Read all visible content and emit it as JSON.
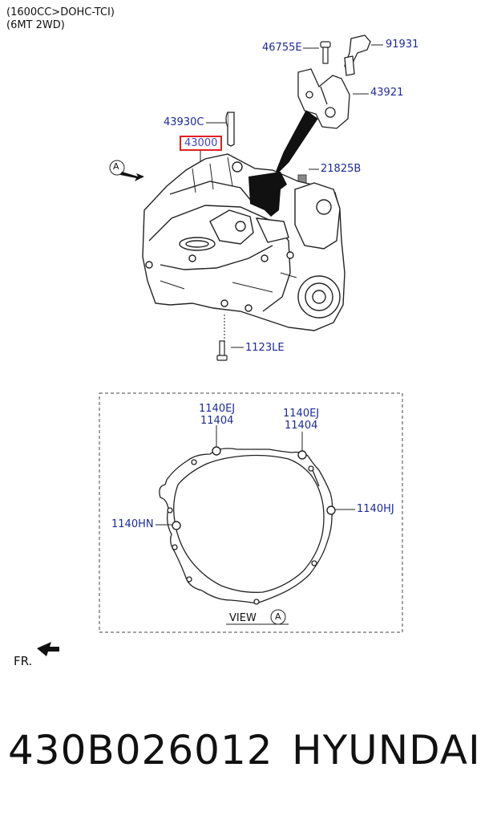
{
  "header": {
    "line1": "(1600CC>DOHC-TCI)",
    "line2": "(6MT 2WD)"
  },
  "callouts": {
    "c46755e": "46755E",
    "c91931": "91931",
    "c43921": "43921",
    "c43930c": "43930C",
    "c43000": "43000",
    "c21825b": "21825B",
    "c1123le": "1123LE",
    "c1140ej_left": "1140EJ",
    "c11404_left": "11404",
    "c1140ej_right": "1140EJ",
    "c11404_right": "11404",
    "c1140hj": "1140HJ",
    "c1140hn": "1140HN"
  },
  "view_marker": "A",
  "view": {
    "label": "VIEW",
    "letter": "A"
  },
  "front_label": "FR.",
  "footer": {
    "part_number": "430B026012",
    "brand": "HYUNDAI"
  },
  "colors": {
    "callout_text": "#1c2a9c",
    "highlight_box": "#e02020"
  }
}
